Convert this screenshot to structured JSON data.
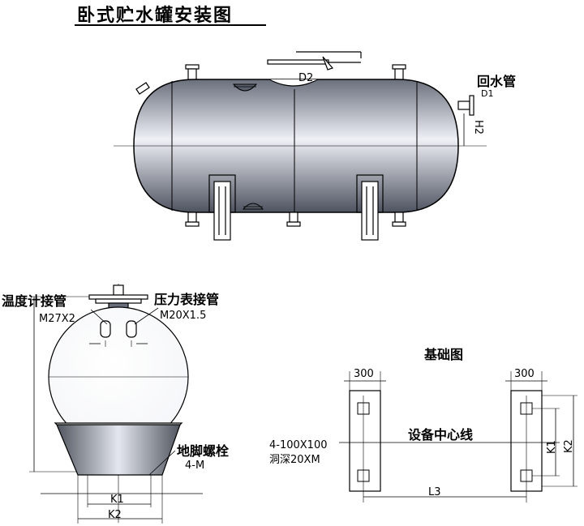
{
  "title": "卧式贮水罐安装图",
  "labels": {
    "d2": "D2",
    "d1": "D1",
    "return_pipe": "回水管",
    "h2": "H2",
    "temp_port": "温度计接管",
    "temp_thread": "M27X2",
    "pressure_port": "压力表接管",
    "pressure_thread": "M20X1.5",
    "anchor_bolt": "地脚螺栓",
    "anchor_spec": "4-M",
    "base_k1": "K1",
    "base_k2": "K2",
    "foundation_title": "基础图",
    "width_left": "300",
    "width_right": "300",
    "center_line": "设备中心线",
    "hole_spec": "4-100X100",
    "hole_depth": "洞深20XM",
    "f_k1": "K1",
    "f_k2": "K2",
    "f_l3": "L3"
  },
  "colors": {
    "tank_dark": "#5a5f6c",
    "tank_light": "#eef0f6",
    "line": "#000000"
  }
}
